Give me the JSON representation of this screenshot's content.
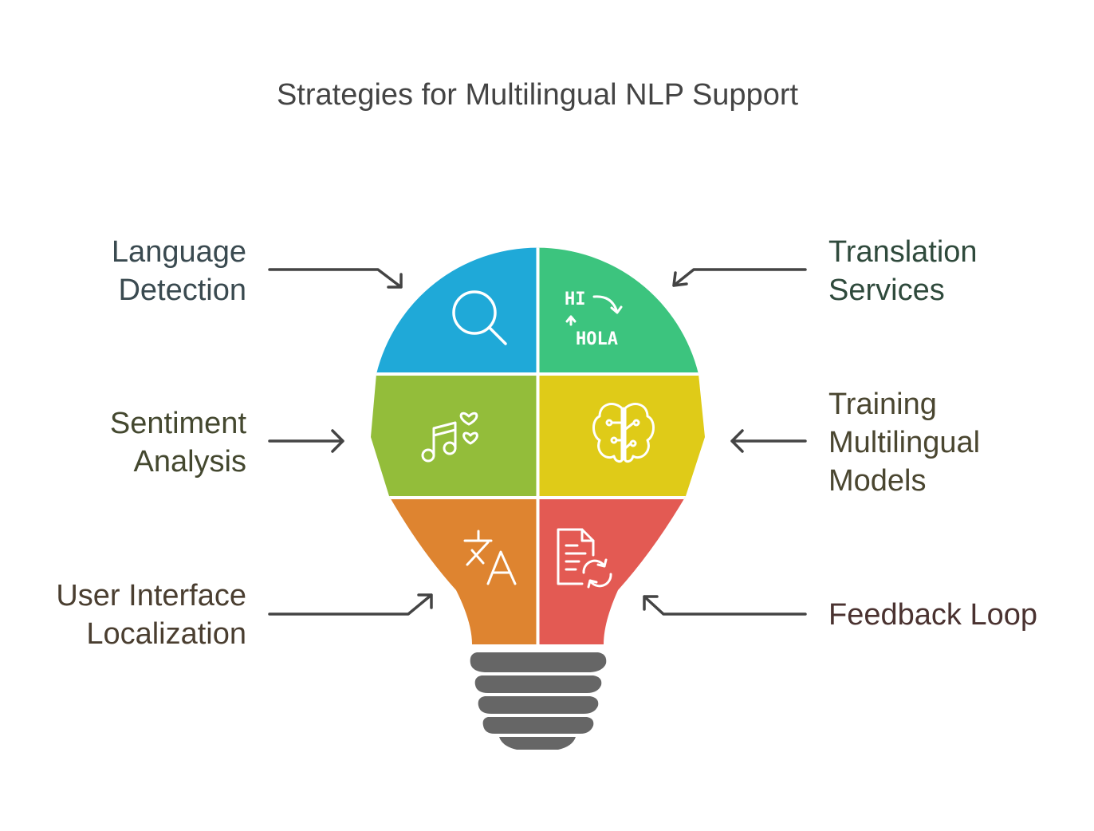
{
  "title": "Strategies for Multilingual NLP Support",
  "segments": [
    {
      "id": "language-detection",
      "lines": [
        "Language",
        "Detection"
      ],
      "color": "#1FA9D8",
      "text_color": "#3a4a50",
      "icon": "search-icon"
    },
    {
      "id": "translation-services",
      "lines": [
        "Translation",
        "Services"
      ],
      "color": "#3CC47E",
      "text_color": "#2f4a3c",
      "icon": "translation-hi-hola-icon",
      "icon_text": [
        "HI",
        "HOLA"
      ]
    },
    {
      "id": "sentiment-analysis",
      "lines": [
        "Sentiment",
        "Analysis"
      ],
      "color": "#93BD3A",
      "text_color": "#44482f",
      "icon": "music-hearts-icon"
    },
    {
      "id": "training-multilingual-models",
      "lines": [
        "Training",
        "Multilingual",
        "Models"
      ],
      "color": "#DFCB18",
      "text_color": "#4a4630",
      "icon": "brain-circuit-icon"
    },
    {
      "id": "user-interface-localization",
      "lines": [
        "User Interface",
        "Localization"
      ],
      "color": "#DE8430",
      "text_color": "#4a3e30",
      "icon": "translate-language-icon"
    },
    {
      "id": "feedback-loop",
      "lines": [
        "Feedback Loop"
      ],
      "color": "#E35A53",
      "text_color": "#4a3230",
      "icon": "document-refresh-icon"
    }
  ],
  "colors": {
    "base": "#666666",
    "arrow": "#444444",
    "title": "#444444"
  }
}
